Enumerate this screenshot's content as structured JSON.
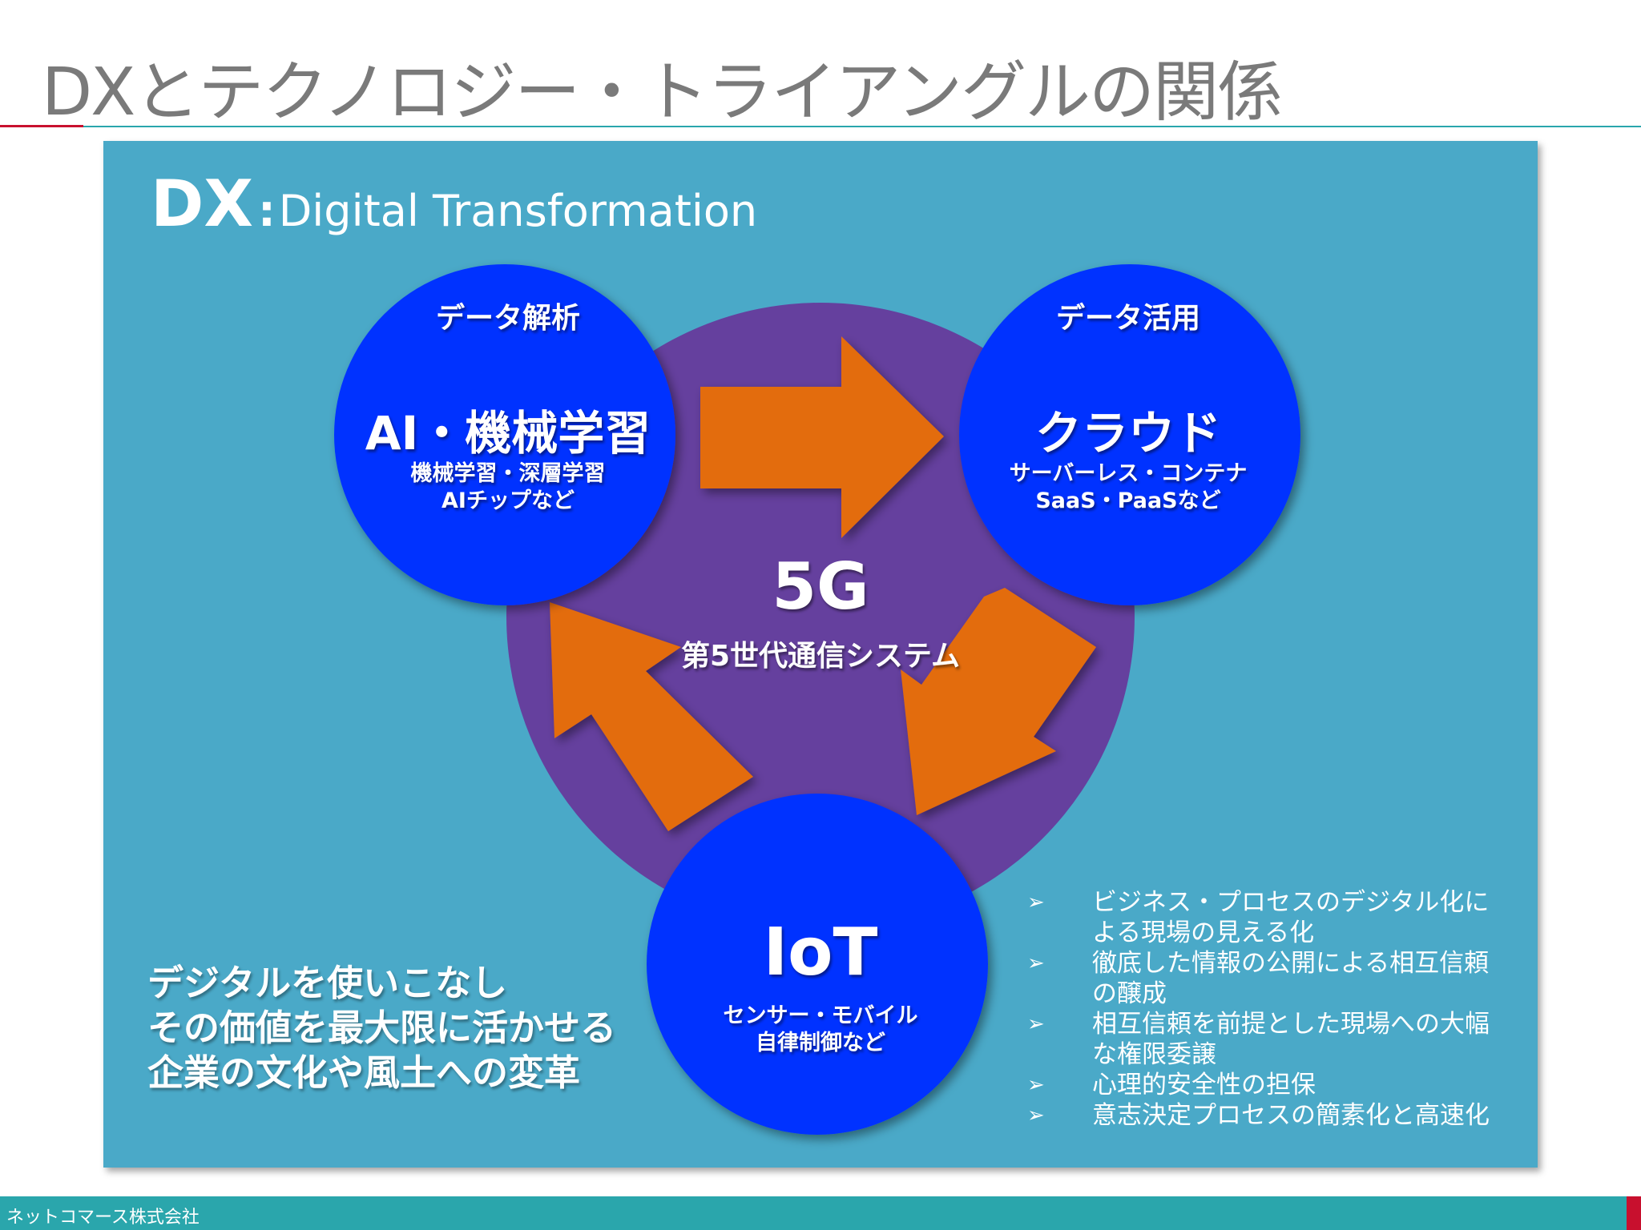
{
  "page": {
    "title": "DXとテクノロジー・トライアングルの関係"
  },
  "dx": {
    "abbr": "DX",
    "colon": ":",
    "full": "Digital Transformation"
  },
  "nodes": {
    "ai": {
      "caption": "データ解析",
      "title": "AI・機械学習",
      "desc_line1": "機械学習・深層学習",
      "desc_line2": "AIチップなど"
    },
    "cloud": {
      "caption": "データ活用",
      "title": "クラウド",
      "desc_line1": "サーバーレス・コンテナ",
      "desc_line2": "SaaS・PaaSなど"
    },
    "iot": {
      "title": "IoT",
      "desc_line1": "センサー・モバイル",
      "desc_line2": "自律制御など"
    }
  },
  "hub": {
    "title": "5G",
    "subtitle": "第5世代通信システム"
  },
  "tagline": {
    "line1": "デジタルを使いこなし",
    "line2": "その価値を最大限に活かせる",
    "line3": "企業の文化や風土への変革"
  },
  "bullet_marker": "➢",
  "bullets": [
    {
      "line1": "ビジネス・プロセスのデジタル化に",
      "line2": "よる現場の見える化"
    },
    {
      "line1": "徹底した情報の公開による相互信頼",
      "line2": "の醸成"
    },
    {
      "line1": "相互信頼を前提とした現場への大幅",
      "line2": "な権限委譲"
    },
    {
      "line1": "心理的安全性の担保"
    },
    {
      "line1": "意志決定プロセスの簡素化と高速化"
    }
  ],
  "footer": {
    "company": "ネットコマース株式会社"
  },
  "colors": {
    "panel": "#4aa9c8",
    "hub_circle": "#65409e",
    "node_circle": "#0433ff",
    "arrow": "#e36c0e",
    "accent_teal": "#2aa6ac",
    "accent_red": "#c8102e"
  }
}
